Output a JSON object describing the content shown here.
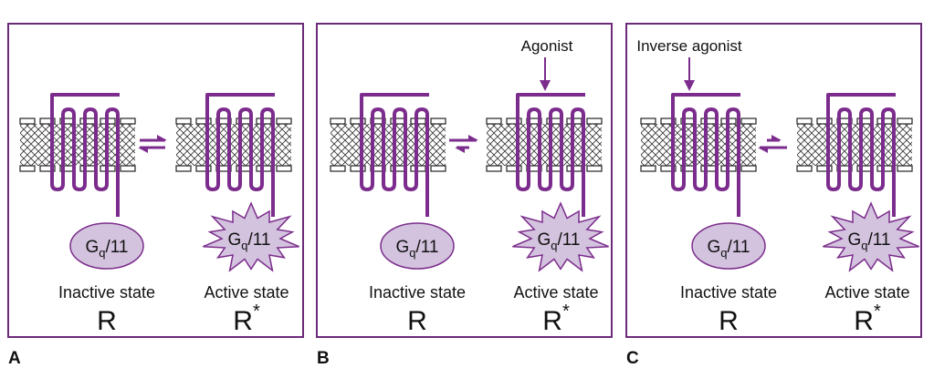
{
  "colors": {
    "frame": "#6b2a7a",
    "receptor": "#7b2c8c",
    "gprotein_fill": "#d3c3de"
  },
  "panels": [
    {
      "letter": "A",
      "top_label": "",
      "equilibrium": "balanced",
      "left": {
        "gprotein_base": "G",
        "gprotein_sub": "q",
        "gprotein_rest": "/11",
        "state_label": "Inactive state",
        "symbol": "R",
        "symbol_sup": ""
      },
      "right": {
        "gprotein_base": "G",
        "gprotein_sub": "q",
        "gprotein_rest": "/11",
        "state_label": "Active state",
        "symbol": "R",
        "symbol_sup": "*"
      }
    },
    {
      "letter": "B",
      "top_label": "Agonist",
      "equilibrium": "right",
      "left": {
        "gprotein_base": "G",
        "gprotein_sub": "q",
        "gprotein_rest": "/11",
        "state_label": "Inactive state",
        "symbol": "R",
        "symbol_sup": ""
      },
      "right": {
        "gprotein_base": "G",
        "gprotein_sub": "q",
        "gprotein_rest": "/11",
        "state_label": "Active state",
        "symbol": "R",
        "symbol_sup": "*"
      }
    },
    {
      "letter": "C",
      "top_label": "Inverse agonist",
      "equilibrium": "left",
      "left": {
        "gprotein_base": "G",
        "gprotein_sub": "q",
        "gprotein_rest": "/11",
        "state_label": "Inactive state",
        "symbol": "R",
        "symbol_sup": ""
      },
      "right": {
        "gprotein_base": "G",
        "gprotein_sub": "q",
        "gprotein_rest": "/11",
        "state_label": "Active state",
        "symbol": "R",
        "symbol_sup": "*"
      }
    }
  ]
}
